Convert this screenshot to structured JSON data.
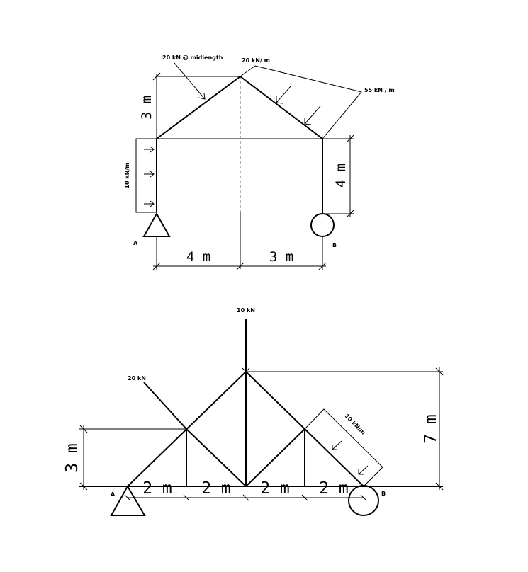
{
  "frame": {
    "load_point": "20 kN @ midlength",
    "load_udl_start": "20 kN/ m",
    "load_udl_end": "55 kN / m",
    "load_left": "10 kN/m",
    "support_a": "A",
    "support_b": "B",
    "dim_height_top": "3 m",
    "dim_height_right": "4 m",
    "dim_span_left": "4 m",
    "dim_span_right": "3 m"
  },
  "truss": {
    "load_top": "10 kN",
    "load_left": "20 kN",
    "load_inclined": "10 kN/m",
    "support_a": "A",
    "support_b": "B",
    "dim_height_left": "3 m",
    "dim_height_right": "7 m",
    "dim_panels": [
      "2 m",
      "2 m",
      "2 m",
      "2 m"
    ]
  }
}
